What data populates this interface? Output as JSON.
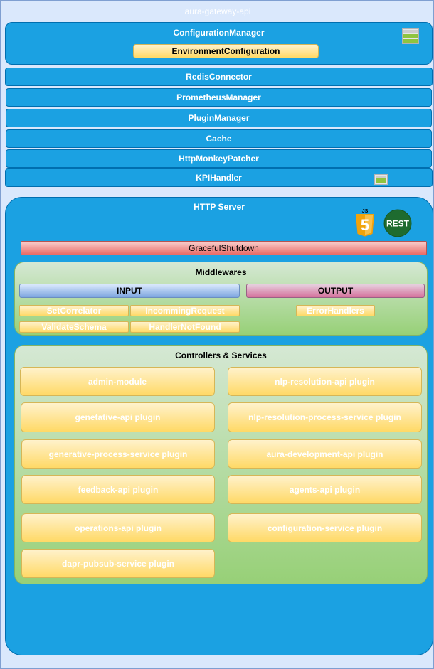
{
  "title": "aura-gateway-api",
  "colors": {
    "page_background": "#dae8fc",
    "module_blue": "#1ba1e2",
    "module_border": "#006eaf",
    "yellow_box": "#ffd966",
    "green_group": "#97d077",
    "input_blue": "#7ea6e0",
    "output_pink": "#d5739d",
    "shutdown_red": "#ea6b66"
  },
  "config_manager": {
    "label": "ConfigurationManager",
    "child_label": "EnvironmentConfiguration",
    "icon": "storage-icon"
  },
  "modules": [
    {
      "label": "RedisConnector"
    },
    {
      "label": "PrometheusManager"
    },
    {
      "label": "PluginManager"
    },
    {
      "label": "Cache"
    },
    {
      "label": "HttpMonkeyPatcher"
    },
    {
      "label": "KPIHandler",
      "icon": "storage-icon"
    }
  ],
  "http_server": {
    "label": "HTTP Server",
    "js_badge_top": "JS",
    "js_badge_letter": "5",
    "rest_badge": "REST",
    "graceful_shutdown": "GracefulShutdown"
  },
  "middlewares": {
    "title": "Middlewares",
    "input_label": "INPUT",
    "output_label": "OUTPUT",
    "input_items": [
      "SetCorrelator",
      "IncommingRequest",
      "ValidateSchema",
      "HandlerNotFound"
    ],
    "output_items": [
      "ErrorHandlers"
    ]
  },
  "controllers": {
    "title": "Controllers & Services",
    "items": [
      "admin-module",
      "nlp-resolution-api plugin",
      "genetative-api plugin",
      "nlp-resolution-process-service plugin",
      "generative-process-service plugin",
      "aura-development-api plugin",
      "feedback-api plugin",
      "agents-api plugin",
      "operations-api plugin",
      "configuration-service plugin",
      "dapr-pubsub-service plugin"
    ]
  }
}
